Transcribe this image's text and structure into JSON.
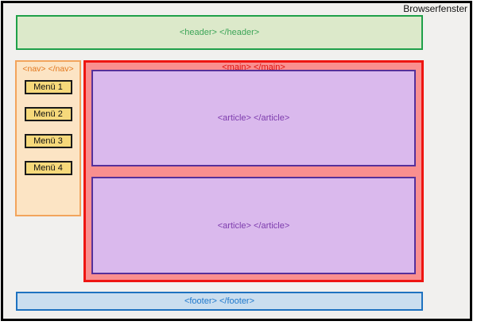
{
  "window": {
    "title": "Browserfenster"
  },
  "header": {
    "label": "<header> </header>"
  },
  "nav": {
    "label": "<nav> </nav>",
    "menu_items": [
      {
        "label": "Menü 1"
      },
      {
        "label": "Menü 2"
      },
      {
        "label": "Menü 3"
      },
      {
        "label": "Menü 4"
      }
    ]
  },
  "main": {
    "label": "<main> </main>",
    "articles": [
      {
        "label": "<article> </article>"
      },
      {
        "label": "<article> </article>"
      }
    ]
  },
  "footer": {
    "label": "<footer> </footer>"
  },
  "colors": {
    "frame-border": "#000000",
    "window-bg": "#f1f0ee",
    "header-bg": "#dce9ca",
    "header-border": "#1fa049",
    "header-text": "#3da558",
    "nav-bg": "#fce4c4",
    "nav-border": "#f2a45c",
    "nav-text": "#e2761b",
    "button-bg": "#f6d97b",
    "button-border": "#1a1a1a",
    "button-text": "#111111",
    "main-bg": "#f98f8f",
    "main-border": "#ee1511",
    "main-text": "#e01310",
    "article-bg": "#dab9ed",
    "article-border": "#55309b",
    "article-text": "#7d3cad",
    "footer-bg": "#cadeef",
    "footer-border": "#1e72c0",
    "footer-text": "#1e78cc"
  }
}
